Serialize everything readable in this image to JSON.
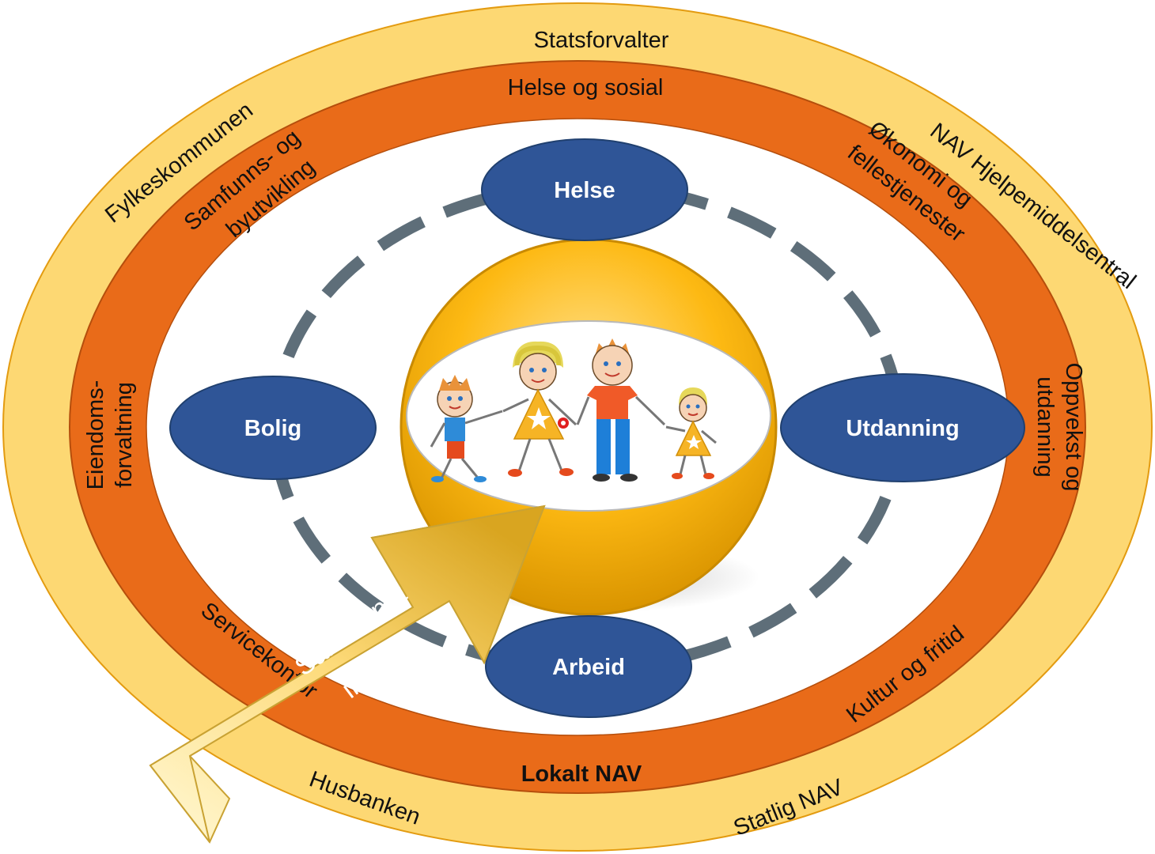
{
  "outer_ring": {
    "color": "#FDD873",
    "labels": {
      "top": "Statsforvalter",
      "top_left": "Fylkeskommunen",
      "top_right": "NAV Hjelpemiddelsentral",
      "bottom_left": "Husbanken",
      "bottom_right": "Statlig NAV"
    }
  },
  "middle_ring": {
    "color": "#E96B19",
    "labels": {
      "top": "Helse og sosial",
      "top_left_line1": "Samfunns- og",
      "top_left_line2": "byutvikling",
      "top_right_line1": "Økonomi og",
      "top_right_line2": "fellestjenester",
      "left_line1": "Eiendoms-",
      "left_line2": "forvaltning",
      "right_line1": "Oppvekst og",
      "right_line2": "utdanning",
      "bottom_left": "Servicekontor",
      "bottom_right": "Kultur og fritid",
      "bottom": "Lokalt NAV"
    }
  },
  "inner_nodes": {
    "color": "#2F5597",
    "dash_color": "#5E6E79",
    "helse": "Helse",
    "bolig": "Bolig",
    "utdanning": "Utdanning",
    "arbeid": "Arbeid"
  },
  "center": {
    "ball_color": "#FDB913",
    "image_description_icon": "family-drawing-icon"
  },
  "arrow": {
    "line1": "Samordnet",
    "line2": "innsats"
  }
}
